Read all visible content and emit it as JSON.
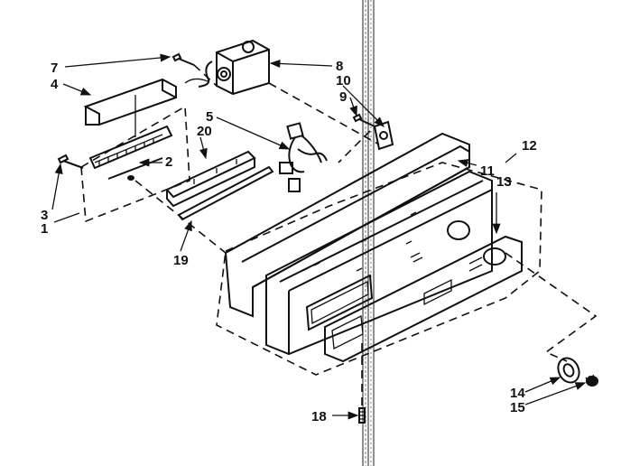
{
  "callouts": {
    "c1": "1",
    "c2": "2",
    "c3": "3",
    "c4": "4",
    "c5": "5",
    "c7": "7",
    "c8": "8",
    "c9": "9",
    "c10": "10",
    "c11": "11",
    "c12": "12",
    "c13": "13",
    "c14": "14",
    "c15": "15",
    "c18": "18",
    "c19": "19",
    "c20": "20"
  },
  "icons": {
    "scale_band": "vertical-scan-band",
    "arrowheads": "callout-arrow"
  }
}
